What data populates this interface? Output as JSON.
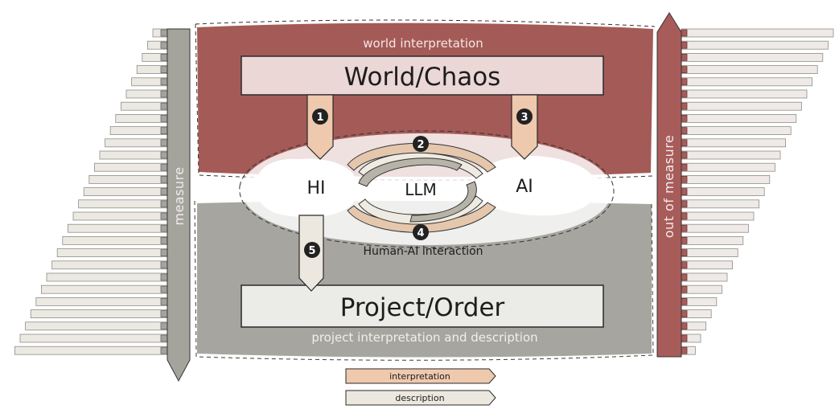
{
  "labels": {
    "world_interpretation": "world interpretation",
    "world_chaos": "World/Chaos",
    "project_order": "Project/Order",
    "project_interpretation": "project interpretation and description",
    "hi": "HI",
    "llm": "LLM",
    "ai": "AI",
    "human_ai_interaction": "Human-AI interaction",
    "measure": "measure",
    "out_of_measure": "out of measure"
  },
  "steps": [
    "1",
    "2",
    "3",
    "4",
    "5"
  ],
  "legend": {
    "interpretation": "interpretation",
    "description": "description"
  },
  "colors": {
    "world_band": "#a45a56",
    "project_band": "#a7a59f",
    "world_box": "#ebd7d6",
    "project_box": "#ebebe7",
    "interpretation_arrow": "#efc9ad",
    "description_arrow": "#ece8e0",
    "measure_arrow": "#a4a49c",
    "out_of_measure_arrow": "#a85c59",
    "ellipse": "#ffffff",
    "badge": "#222222"
  }
}
